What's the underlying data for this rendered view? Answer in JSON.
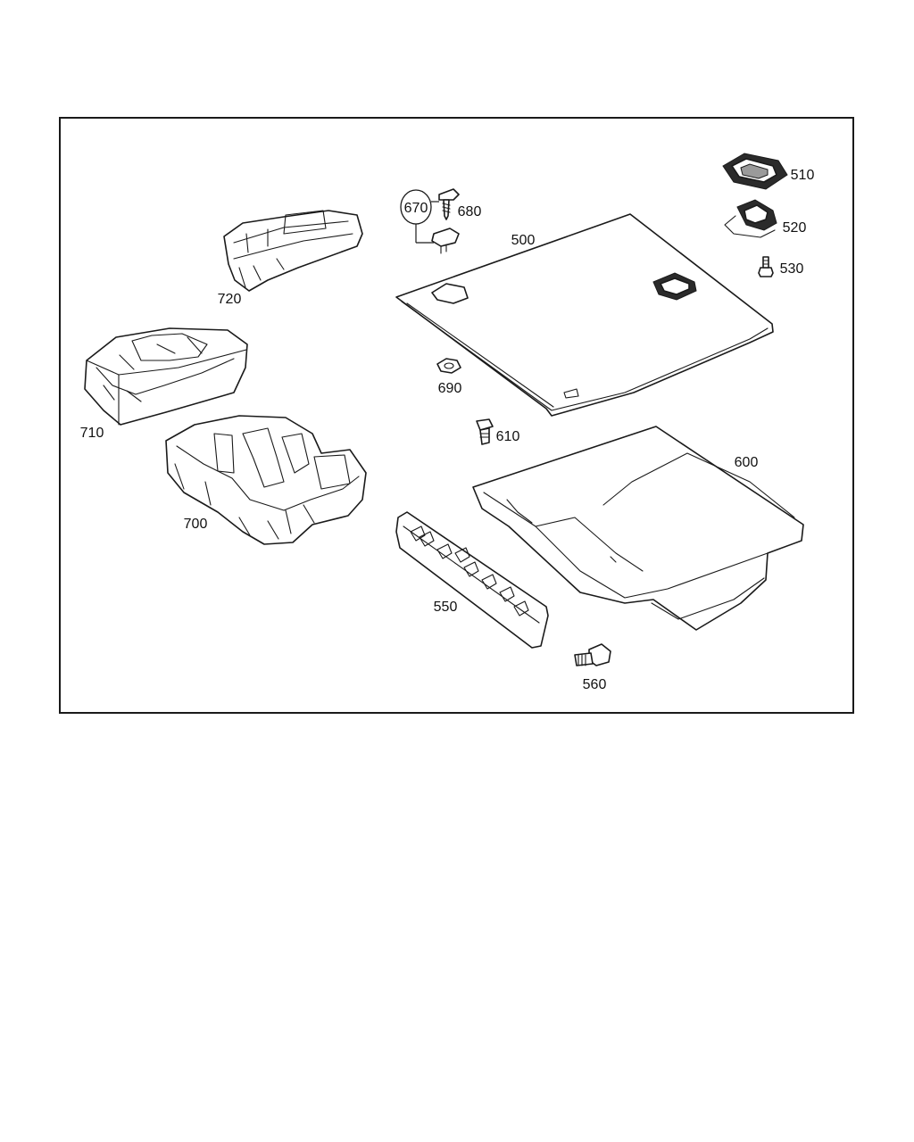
{
  "parts": [
    {
      "id": "500"
    },
    {
      "id": "510"
    },
    {
      "id": "520"
    },
    {
      "id": "530"
    },
    {
      "id": "550"
    },
    {
      "id": "560"
    },
    {
      "id": "600"
    },
    {
      "id": "610"
    },
    {
      "id": "670"
    },
    {
      "id": "680"
    },
    {
      "id": "690"
    },
    {
      "id": "700"
    },
    {
      "id": "710"
    },
    {
      "id": "720"
    }
  ]
}
